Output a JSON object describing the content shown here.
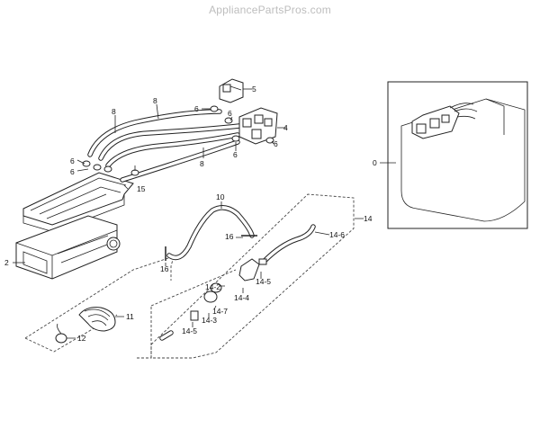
{
  "watermark": "AppliancePartsPros.com",
  "callouts": {
    "c0": "0",
    "c2": "2",
    "c4": "4",
    "c5": "5",
    "c6a": "6",
    "c6b": "6",
    "c6c": "6",
    "c6d": "6",
    "c6e": "6",
    "c6f": "6",
    "c8a": "8",
    "c8b": "8",
    "c8c": "8",
    "c10": "10",
    "c11": "11",
    "c12": "12",
    "c14": "14",
    "c14_2": "14-2",
    "c14_3": "14-3",
    "c14_4": "14-4",
    "c14_5a": "14-5",
    "c14_5b": "14-5",
    "c14_6": "14-6",
    "c14_7": "14-7",
    "c15": "15",
    "c16a": "16",
    "c16b": "16"
  },
  "colors": {
    "line": "#222222",
    "watermark": "#bdbdbd",
    "background": "#ffffff"
  }
}
